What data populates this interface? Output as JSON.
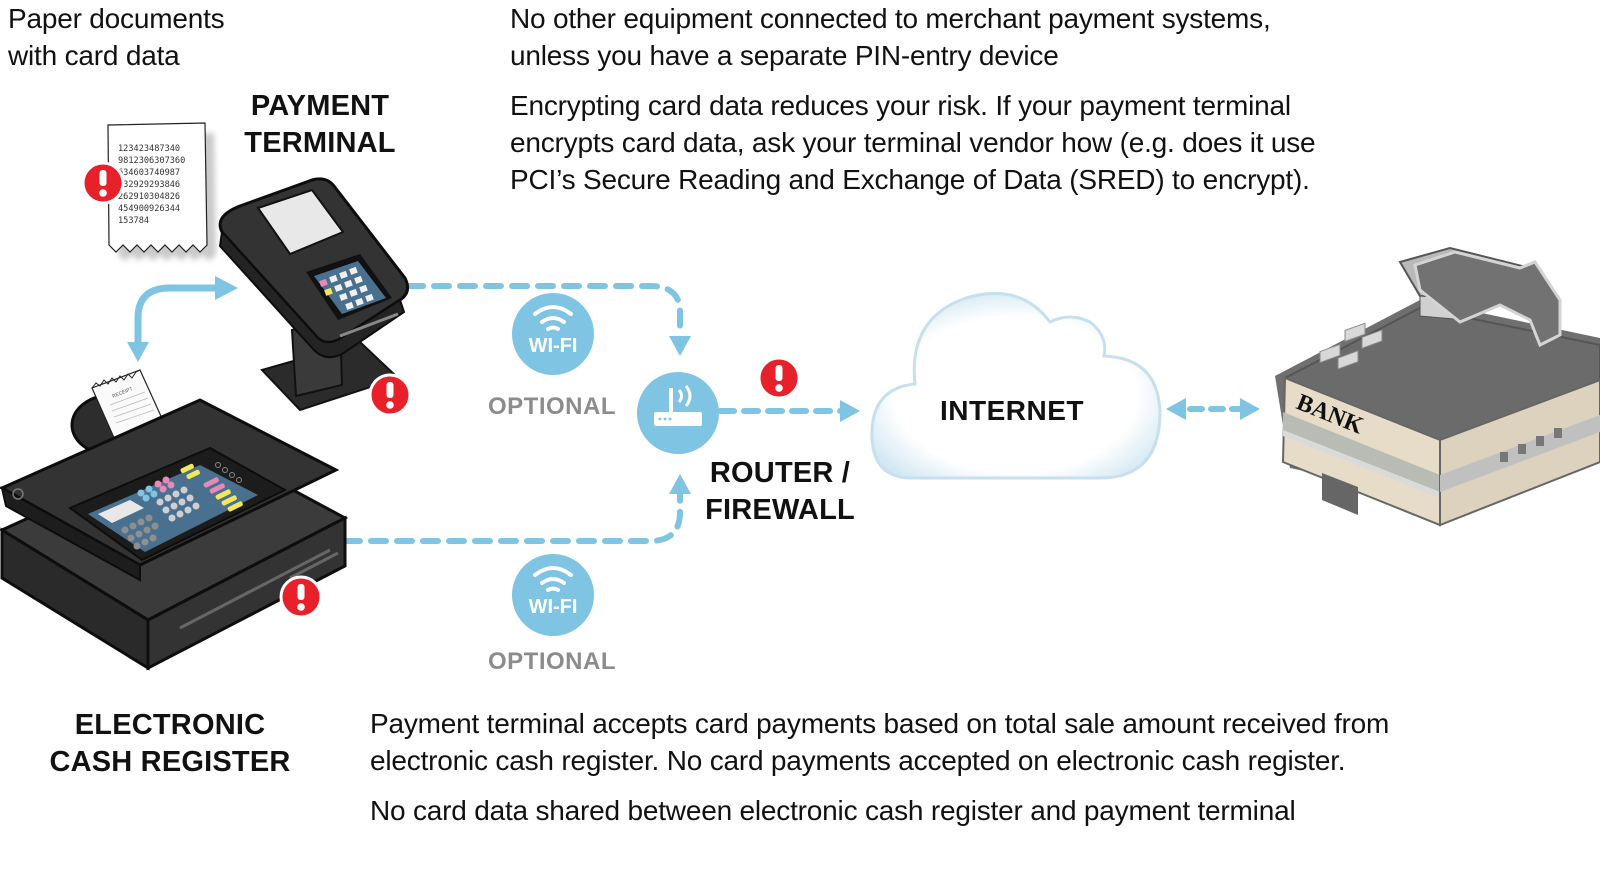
{
  "diagram": {
    "notes": {
      "paper_documents": [
        "Paper documents",
        "with card data"
      ],
      "no_other_equipment": [
        "No other equipment connected to merchant payment systems,",
        "unless you have a separate PIN-entry device"
      ],
      "encrypting": [
        "Encrypting card data reduces your risk. If your payment terminal",
        "encrypts card data, ask your terminal vendor how (e.g. does it use",
        "PCI’s Secure Reading and Exchange of Data (SRED) to encrypt)."
      ],
      "payment_terminal_accepts": [
        "Payment terminal accepts card payments based on total sale amount received from",
        "electronic cash register. No card payments accepted on electronic cash register."
      ],
      "no_card_data_shared": [
        "No card data shared between electronic cash register and payment terminal"
      ]
    },
    "nodes": {
      "payment_terminal": [
        "PAYMENT",
        "TERMINAL"
      ],
      "cash_register": [
        "ELECTRONIC",
        "CASH REGISTER"
      ],
      "router": [
        "ROUTER /",
        "FIREWALL"
      ],
      "internet": "INTERNET",
      "bank": "BANK",
      "receipt_stub": "RECEIPT"
    },
    "wifi": {
      "badge_label": "WI-FI",
      "optional_label": "OPTIONAL"
    },
    "receipt_numbers": [
      "123423487340",
      "9812306307360",
      "634603740987",
      "632929293846",
      "262910304826",
      "454900926344",
      "153784"
    ],
    "colors": {
      "accent_blue": "#7fc4e3",
      "alert_red": "#e8202a",
      "device_dark": "#2e2e2e",
      "optional_gray": "#8c8c8c"
    }
  }
}
